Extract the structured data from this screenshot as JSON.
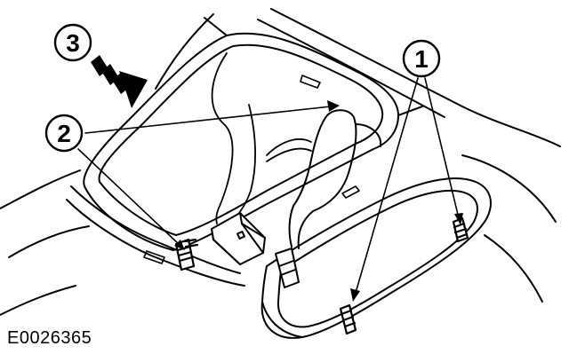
{
  "callouts": {
    "one": "1",
    "two": "2",
    "three": "3"
  },
  "figure_id": "E0026365",
  "colors": {
    "line": "#000000",
    "background": "#ffffff"
  }
}
